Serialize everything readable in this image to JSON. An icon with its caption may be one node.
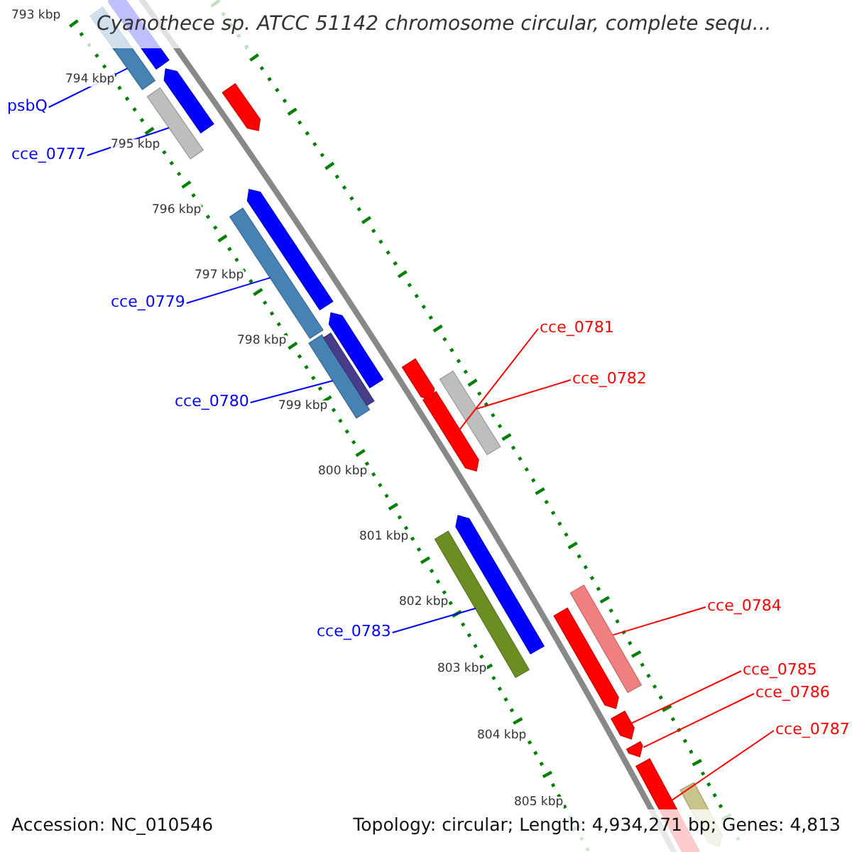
{
  "diagram": {
    "title": "Cyanothece sp. ATCC 51142 chromosome circular, complete sequ...",
    "nodes": [
      {
        "text": [
          "psbQ"
        ]
      },
      {
        "text": [],
        "shape": "bar"
      },
      {
        "text": [
          "cce_0777"
        ]
      },
      {
        "text": [],
        "shape": "bar"
      },
      {
        "text": [
          "cce_0779"
        ]
      },
      {
        "text": [],
        "shape": "bar"
      },
      {
        "text": [
          "cce_0781"
        ]
      },
      {
        "text": [],
        "shape": "bar"
      },
      {
        "text": [
          "cce_0782"
        ]
      },
      {
        "text": [],
        "shape": "bar"
      },
      {
        "text": [
          "cce_0780"
        ]
      },
      {
        "text": [],
        "shape": "bar"
      },
      {
        "text": [
          "cce_0783"
        ]
      },
      {
        "text": [],
        "shape": "bar"
      },
      {
        "text": [
          "cce_0784"
        ]
      },
      {
        "text": [],
        "shape": "bar"
      },
      {
        "text": [
          "cce_0785"
        ]
      },
      {
        "text": [],
        "shape": "bar"
      },
      {
        "text": [
          "cce_0786"
        ]
      },
      {
        "text": [],
        "shape": "bar"
      },
      {
        "text": [
          "cce_0787"
        ]
      },
      {
        "text": [],
        "shape": "bar"
      },
      {
        "text": [],
        "shape": "bar"
      },
      {
        "text": [],
        "shape": "bar"
      },
      {
        "text": [],
        "shape": "bar"
      },
      {
        "text": [],
        "shape": "bar"
      },
      {
        "text": [],
        "shape": "bar"
      },
      {
        "text": [],
        "shape": "bar"
      },
      {
        "text": [],
        "shape": "bar"
      },
      {
        "text": [],
        "shape": "bar"
      },
      {
        "text": [],
        "shape": "bar"
      },
      {
        "text": [],
        "shape": "bar"
      },
      {
        "text": [],
        "shape": "bar"
      }
    ],
    "edges": [
      {
        "from": 0,
        "to": 1,
        "arrow": "none",
        "color": "#0000ff"
      },
      {
        "from": 2,
        "to": 3,
        "arrow": "none",
        "color": "#0000ff"
      },
      {
        "from": 4,
        "to": 5,
        "arrow": "none",
        "color": "#0000ff"
      },
      {
        "from": 6,
        "to": 7,
        "arrow": "none"
      },
      {
        "from": 8,
        "to": 9,
        "arrow": "none"
      },
      {
        "from": 10,
        "to": 11,
        "arrow": "none",
        "color": "#0000ff"
      },
      {
        "from": 12,
        "to": 13,
        "arrow": "none",
        "color": "#0000ff"
      },
      {
        "from": 14,
        "to": 15,
        "arrow": "none"
      },
      {
        "from": 16,
        "to": 17,
        "arrow": "none"
      },
      {
        "from": 18,
        "to": 19,
        "arrow": "none"
      },
      {
        "from": 20,
        "to": 21,
        "arrow": "none"
      }
    ],
    "labels": [
      "793 kbp",
      "794 kbp",
      "795 kbp",
      "796 kbp",
      "797 kbp",
      "798 kbp",
      "799 kbp",
      "800 kbp",
      "801 kbp",
      "802 kbp",
      "803 kbp",
      "804 kbp",
      "805 kbp",
      "Accession: NC_010546",
      "Topology: circular; Length: 4,934,271 bp; Genes: 4,813"
    ]
  }
}
